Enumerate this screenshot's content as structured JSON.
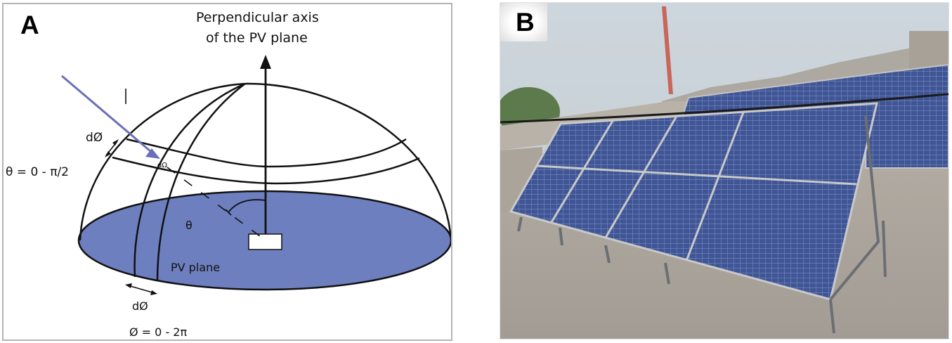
{
  "figure": {
    "panels": [
      {
        "id": "A",
        "type": "diagram",
        "label": "A",
        "axis_title_line1": "Perpendicular axis",
        "axis_title_line2": "of the PV plane",
        "plane_label": "PV plane",
        "incident_ray_label": "I",
        "solid_angle_label": "dΩ",
        "theta_symbol": "θ",
        "dphi_top_label": "dØ",
        "dphi_bottom_label": "dØ",
        "theta_range": "θ = 0 - π/2",
        "phi_range": "Ø = 0 - 2π",
        "colors": {
          "plane_fill": "#6e7fc0",
          "ray": "#6a6fb8",
          "lines": "#111111",
          "frame": "#b4b4b4"
        }
      },
      {
        "id": "B",
        "type": "photo",
        "label": "B",
        "description": "Rooftop array of polycrystalline PV modules on tilted steel frames",
        "colors": {
          "sky": "#c9d2d9",
          "panel": "#3e5394",
          "floor": "#a9a39b"
        }
      }
    ]
  }
}
